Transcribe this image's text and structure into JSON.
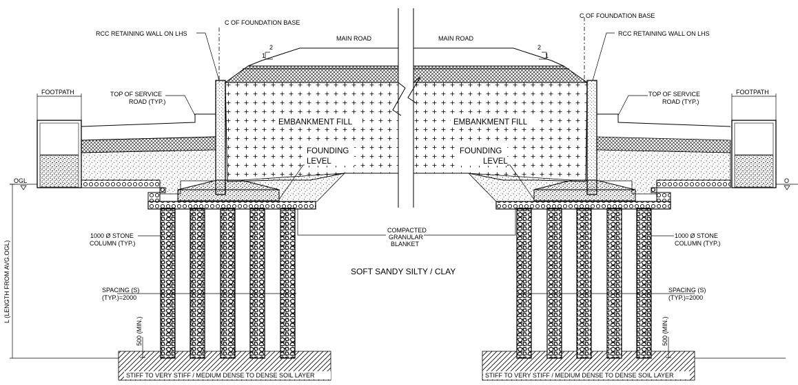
{
  "labels": {
    "cl_left": "C OF FOUNDATION BASE",
    "cl_right": "C OF FOUNDATION BASE",
    "rcc_left": "RCC RETAINING WALL ON LHS",
    "rcc_right": "RCC RETAINING WALL ON LHS",
    "main_road_left": "MAIN ROAD",
    "main_road_right": "MAIN ROAD",
    "slope_left_top": "2",
    "slope_left_side": "1",
    "slope_right_top": "2",
    "slope_right_side": "1",
    "footpath_left": "FOOTPATH",
    "footpath_right": "FOOTPATH",
    "service_left_1": "TOP OF SERVICE",
    "service_left_2": "ROAD (TYP.)",
    "service_right_1": "TOP OF SERVICE",
    "service_right_2": "ROAD (TYP.)",
    "embankment_left": "EMBANKMENT FILL",
    "embankment_right": "EMBANKMENT FILL",
    "founding_left_1": "FOUNDING",
    "founding_left_2": "LEVEL",
    "founding_right_1": "FOUNDING",
    "founding_right_2": "LEVEL",
    "ogl_left": "OGL",
    "ogl_right": "O",
    "compacted_1": "COMPACTED",
    "compacted_2": "GRANULAR",
    "compacted_3": "BLANKET",
    "stone_left_1": "1000 Ø STONE",
    "stone_left_2": "COLUMN (TYP.)",
    "stone_right_1": "1000 Ø STONE",
    "stone_right_2": "COLUMN (TYP.)",
    "soft_soil": "SOFT SANDY SILTY / CLAY",
    "spacing_left_1": "SPACING (S)",
    "spacing_left_2": "(TYP.)=2000",
    "spacing_right_1": "SPACING (S)",
    "spacing_right_2": "(TYP.)=2000",
    "l_length": "L (LENGTH FROM AVG.OGL)",
    "min_left": "500 (MIN.)",
    "min_right": "500 (MIN.)",
    "stiff_left": "STIFF TO VERY STIFF / MEDIUM DENSE TO DENSE SOIL LAYER",
    "stiff_right": "STIFF TO VERY STIFF / MEDIUM DENSE TO DENSE SOIL LAYER"
  }
}
